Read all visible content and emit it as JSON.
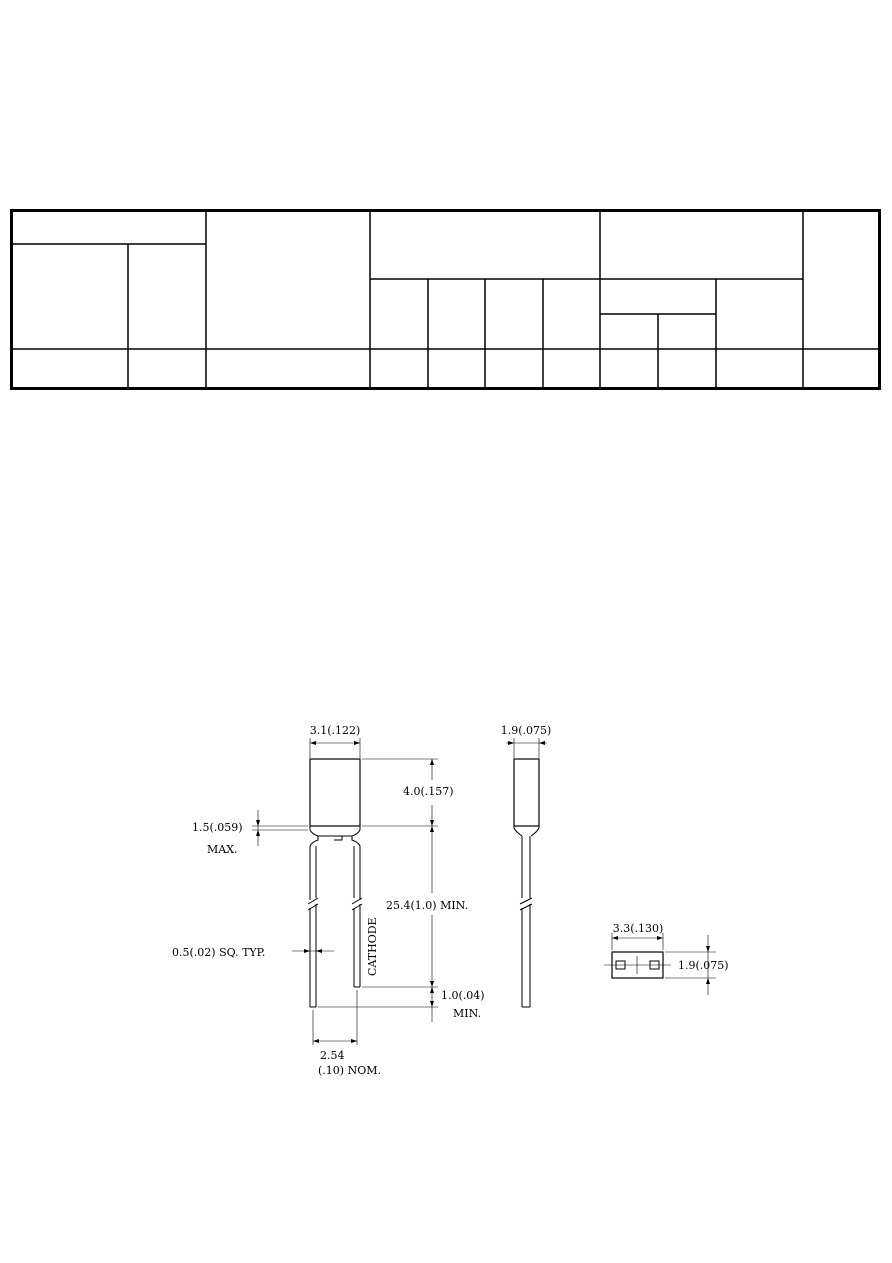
{
  "drawing": {
    "body_width": "3.1(.122)",
    "body_height": "4.0(.157)",
    "shoulder": "1.5(.059)",
    "shoulder_note": "MAX.",
    "lead_length": "25.4(1.0)  MIN.",
    "lead_size": "0.5(.02)  SQ.  TYP.",
    "cathode": "CATHODE",
    "lead_tip": "1.0(.04)",
    "lead_tip_note": "MIN.",
    "pitch": "2.54",
    "pitch_note": "(.10)  NOM.",
    "side_width": "1.9(.075)",
    "top_width": "3.3(.130)",
    "top_depth": "1.9(.075)"
  }
}
